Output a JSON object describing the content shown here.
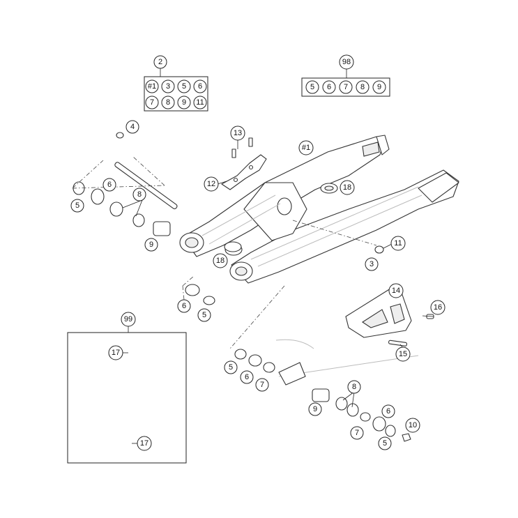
{
  "callouts": {
    "c2": "2",
    "c98": "98",
    "c4": "4",
    "c13": "13",
    "c1_main": "#1",
    "c12": "12",
    "c18_top": "18",
    "c6_left": "6",
    "c5_left": "5",
    "c8_left": "8",
    "c9_left": "9",
    "c18_mid": "18",
    "c11": "11",
    "c3": "3",
    "c6_mid": "6",
    "c5_mid": "5",
    "c14": "14",
    "c16": "16",
    "c15": "15",
    "c99": "99",
    "c17_top": "17",
    "c17_bottom": "17",
    "c5_low": "5",
    "c6_low": "6",
    "c7_low": "7",
    "c8_low": "8",
    "c9_low": "9",
    "c7_right": "7",
    "c6_right": "6",
    "c10": "10",
    "c5_right": "5"
  },
  "kit2": [
    "#1",
    "3",
    "5",
    "6",
    "7",
    "8",
    "9",
    "11"
  ],
  "kit98": [
    "5",
    "6",
    "7",
    "8",
    "9"
  ]
}
